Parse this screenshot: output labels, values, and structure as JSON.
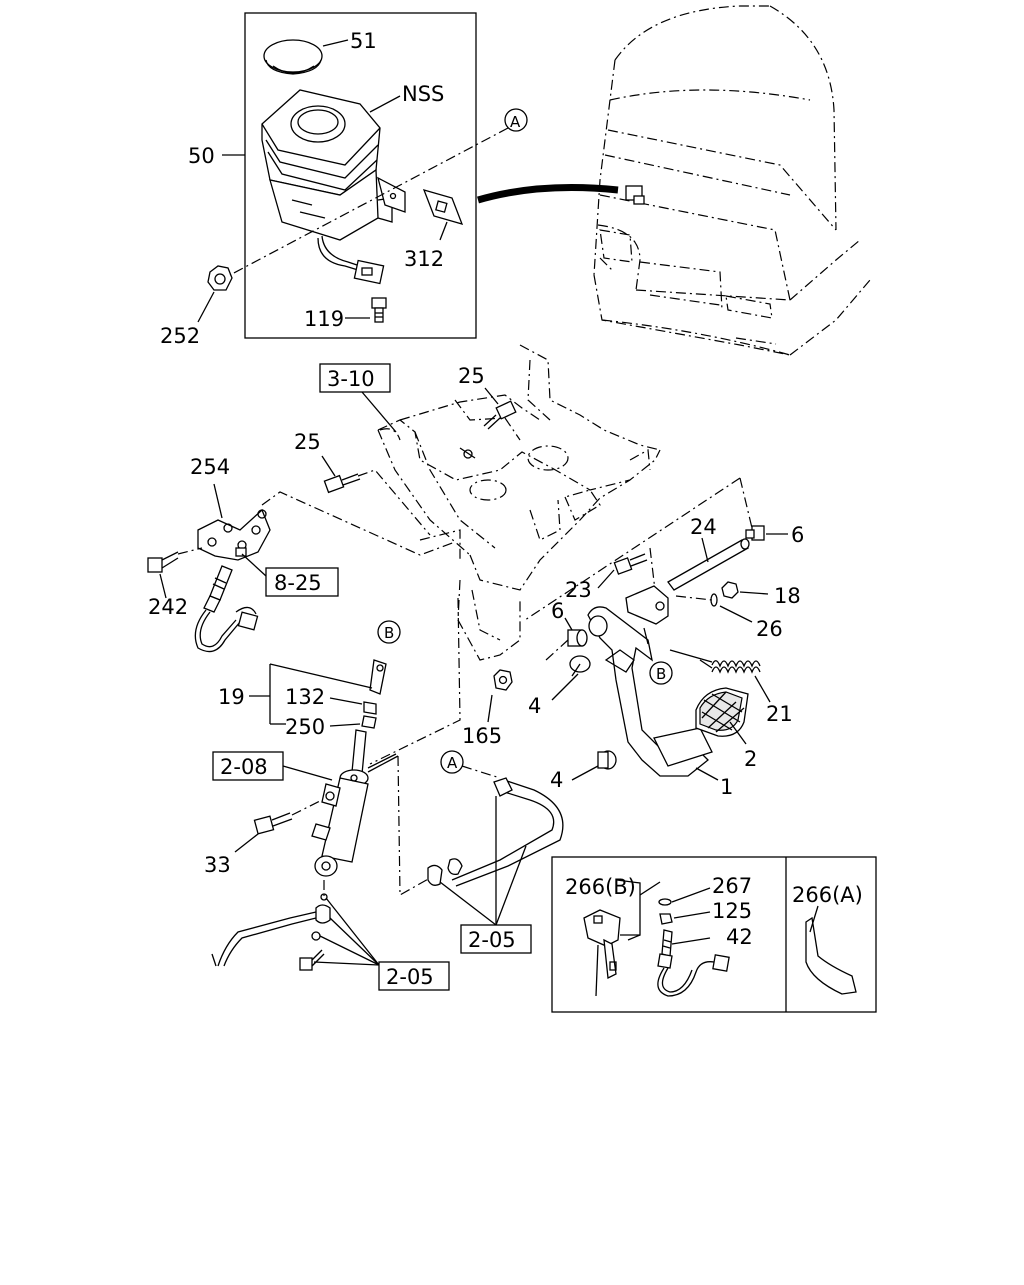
{
  "labels": {
    "l51": "51",
    "lNSS": "NSS",
    "l50": "50",
    "l312": "312",
    "l252": "252",
    "l119": "119",
    "l310": "3-10",
    "l25a": "25",
    "l25b": "25",
    "l254": "254",
    "l242": "242",
    "l825": "8-25",
    "l24": "24",
    "l6a": "6",
    "l23": "23",
    "l18": "18",
    "l26": "26",
    "l6b": "6",
    "l4a": "4",
    "l165": "165",
    "l21": "21",
    "l2": "2",
    "l1": "1",
    "l4b": "4",
    "l19": "19",
    "l132": "132",
    "l250": "250",
    "l208": "2-08",
    "l33": "33",
    "l205a": "2-05",
    "l205b": "2-05",
    "l266b": "266(B)",
    "l267": "267",
    "l125": "125",
    "l42": "42",
    "l266a": "266(A)",
    "cA1": "A",
    "cA2": "A",
    "cB1": "B",
    "cB2": "B"
  },
  "colors": {
    "line": "#000000",
    "background": "#ffffff"
  }
}
